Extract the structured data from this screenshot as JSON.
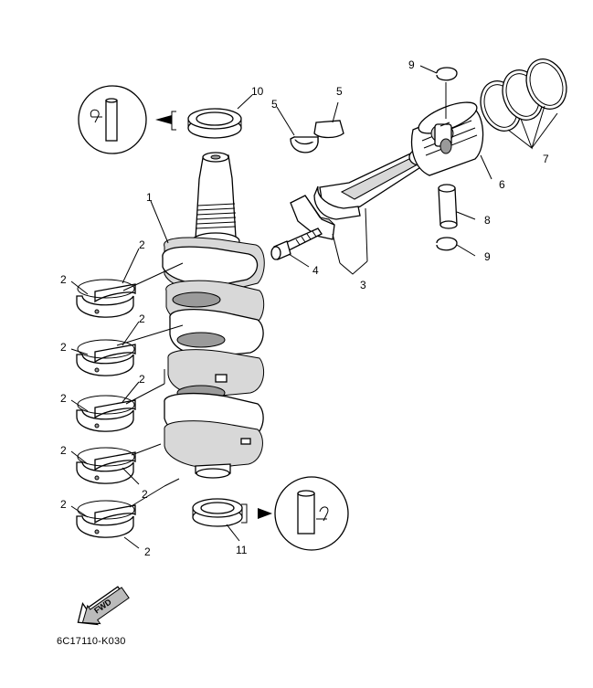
{
  "diagram": {
    "drawing_code": "6C17110-K030",
    "fwd_label": "FWD",
    "callouts": {
      "crankshaft": "1",
      "main_bearing": "2",
      "connecting_rod": "3",
      "rod_bolt": "4",
      "rod_bearing": "5",
      "piston": "6",
      "piston_ring_set": "7",
      "piston_pin": "8",
      "pin_clip": "9",
      "upper_oil_seal": "10",
      "lower_oil_seal": "11"
    }
  }
}
